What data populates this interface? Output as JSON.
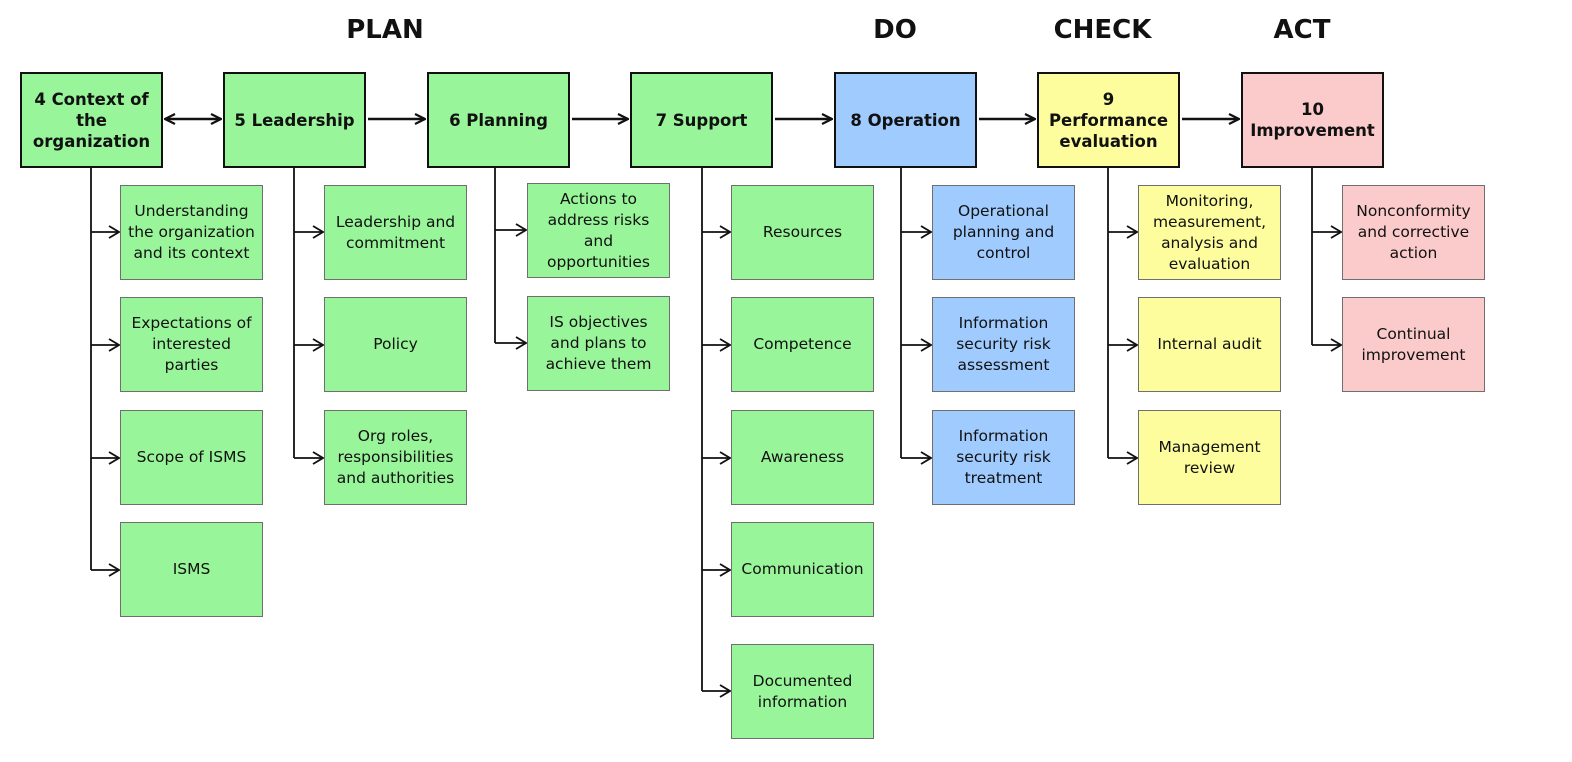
{
  "phases": {
    "plan": "PLAN",
    "do": "DO",
    "check": "CHECK",
    "act": "ACT"
  },
  "colors": {
    "plan": "#99f59a",
    "do": "#9fcbff",
    "check": "#fdfd9e",
    "act": "#fbcaca"
  },
  "clauses": [
    {
      "label": "4 Context of\nthe\norganization",
      "subs": [
        "Understanding\nthe organization\nand its context",
        "Expectations of\ninterested\nparties",
        "Scope of ISMS",
        "ISMS"
      ]
    },
    {
      "label": "5 Leadership",
      "subs": [
        "Leadership and\ncommitment",
        "Policy",
        "Org roles,\nresponsibilities\nand authorities"
      ]
    },
    {
      "label": "6 Planning",
      "subs": [
        "Actions to\naddress risks\nand\nopportunities",
        "IS objectives\nand plans to\nachieve them"
      ]
    },
    {
      "label": "7 Support",
      "subs": [
        "Resources",
        "Competence",
        "Awareness",
        "Communication",
        "Documented\ninformation"
      ]
    },
    {
      "label": "8 Operation",
      "subs": [
        "Operational\nplanning and\ncontrol",
        "Information\nsecurity risk\nassessment",
        "Information\nsecurity risk\ntreatment"
      ]
    },
    {
      "label": "9\nPerformance\nevaluation",
      "subs": [
        "Monitoring,\nmeasurement,\nanalysis and\nevaluation",
        "Internal audit",
        "Management\nreview"
      ]
    },
    {
      "label": "10\nImprovement",
      "subs": [
        "Nonconformity\nand corrective\naction",
        "Continual\nimprovement"
      ]
    }
  ]
}
